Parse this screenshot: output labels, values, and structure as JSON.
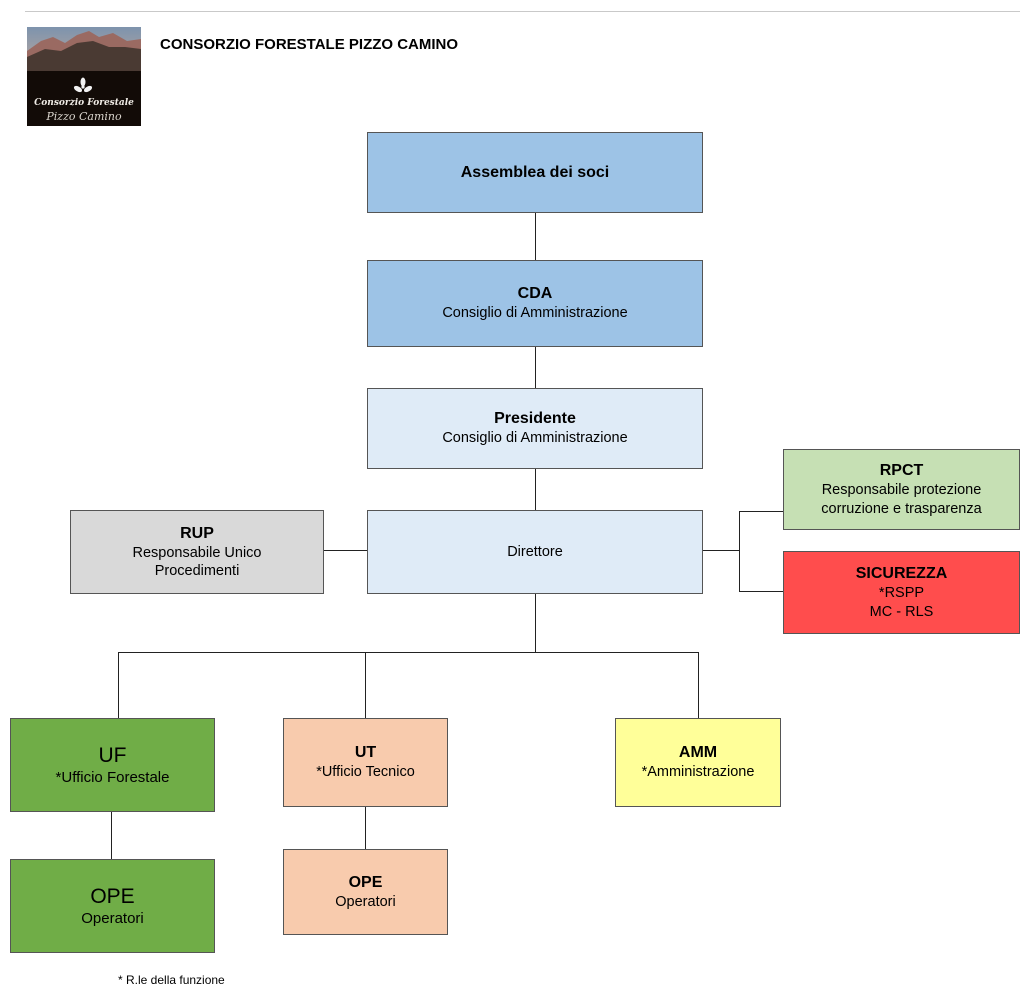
{
  "header": {
    "title": "CONSORZIO FORESTALE PIZZO CAMINO",
    "logo_line1": "Consorzio Forestale",
    "logo_line2": "Pizzo Camino"
  },
  "colors": {
    "blue": "#9dc3e6",
    "light_blue": "#dfebf7",
    "grey": "#d9d9d9",
    "light_green": "#c6e0b4",
    "red": "#ff4d4d",
    "green": "#70ad47",
    "orange": "#f8cbad",
    "yellow": "#ffff99"
  },
  "nodes": {
    "assemblea": {
      "abbr": "Assemblea dei soci",
      "sub": ""
    },
    "cda": {
      "abbr": "CDA",
      "sub": "Consiglio di Amministrazione"
    },
    "presidente": {
      "abbr": "Presidente",
      "sub": "Consiglio di Amministrazione"
    },
    "direttore": {
      "abbr": "",
      "sub": "Direttore"
    },
    "rup": {
      "abbr": "RUP",
      "sub": "Responsabile Unico Procedimenti"
    },
    "rpct": {
      "abbr": "RPCT",
      "sub": "Responsabile protezione corruzione e trasparenza"
    },
    "sicurezza": {
      "abbr": "SICUREZZA",
      "sub": "*RSPP",
      "sub2": "MC - RLS"
    },
    "uf": {
      "abbr": "UF",
      "sub": "*Ufficio Forestale"
    },
    "ut": {
      "abbr": "UT",
      "sub": "*Ufficio Tecnico"
    },
    "amm": {
      "abbr": "AMM",
      "sub": "*Amministrazione"
    },
    "ope_uf": {
      "abbr": "OPE",
      "sub": "Operatori"
    },
    "ope_ut": {
      "abbr": "OPE",
      "sub": "Operatori"
    }
  },
  "footnote": "* R.le della funzione"
}
